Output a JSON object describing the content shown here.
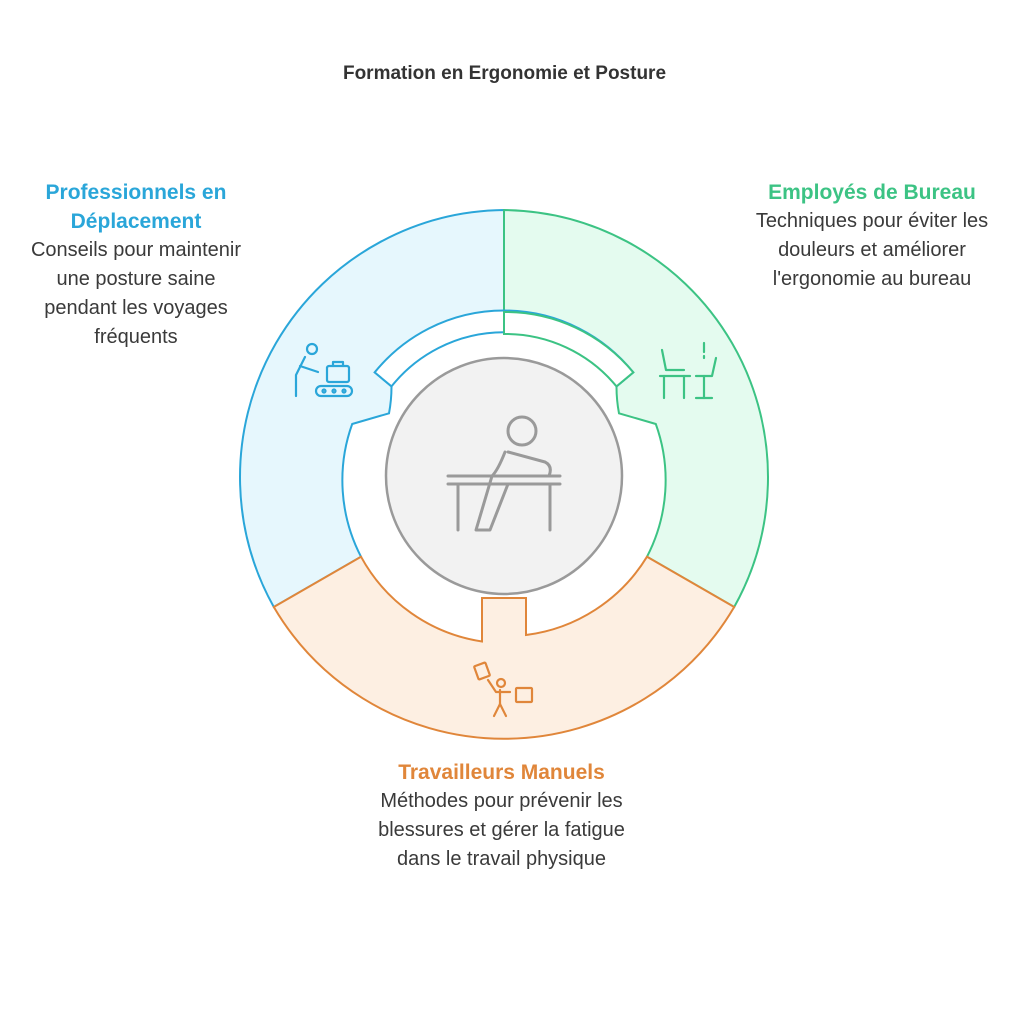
{
  "title": "Formation en Ergonomie et Posture",
  "colors": {
    "blue": "#2aa6d9",
    "blue_fill": "#e6f7fd",
    "green": "#3cc384",
    "green_fill": "#e4fbef",
    "orange": "#e0863a",
    "orange_fill": "#fdefe2",
    "center_stroke": "#9a9a9a",
    "center_fill": "#f2f2f2"
  },
  "segments": {
    "left": {
      "heading": "Professionnels en Déplacement",
      "description": "Conseils pour maintenir une posture saine pendant les voyages fréquents",
      "icon": "traveler-luggage-icon"
    },
    "right": {
      "heading": "Employés de Bureau",
      "description": "Techniques pour éviter les douleurs et améliorer l'ergonomie au bureau",
      "icon": "office-desk-chair-icon"
    },
    "bottom": {
      "heading": "Travailleurs Manuels",
      "description": "Méthodes pour prévenir les blessures et gérer la fatigue dans le travail physique",
      "icon": "manual-worker-icon"
    }
  },
  "center": {
    "icon": "person-at-desk-icon"
  }
}
